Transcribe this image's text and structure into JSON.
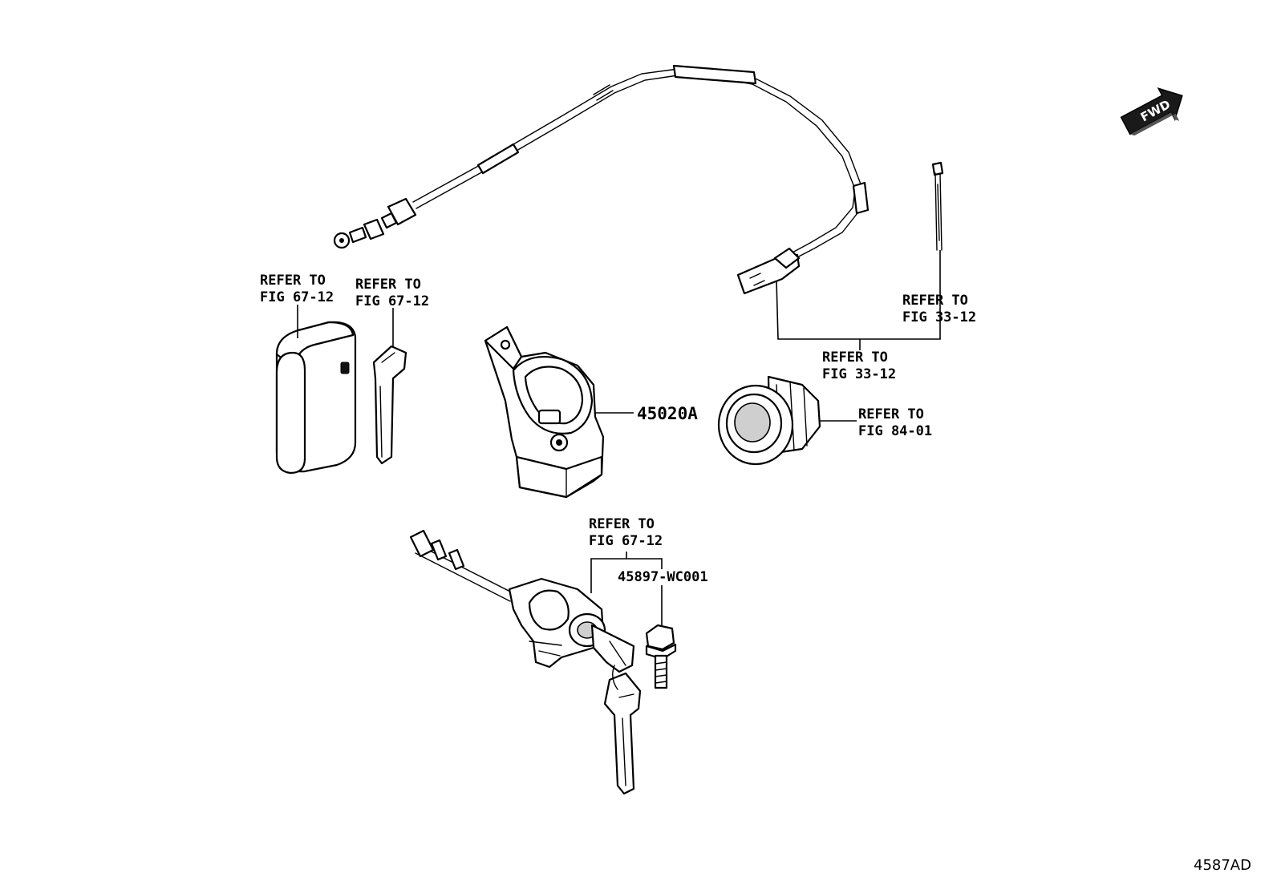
{
  "labels": {
    "refer_smart_key": {
      "line1": "REFER TO",
      "line2": "FIG 67-12"
    },
    "refer_key": {
      "line1": "REFER TO",
      "line2": "FIG 67-12"
    },
    "refer_lock_keys": {
      "line1": "REFER TO",
      "line2": "FIG 67-12"
    },
    "refer_connector_a": {
      "line1": "REFER TO",
      "line2": "FIG 33-12"
    },
    "refer_connector_b": {
      "line1": "REFER TO",
      "line2": "FIG 33-12"
    },
    "refer_switch": {
      "line1": "REFER TO",
      "line2": "FIG 84-01"
    }
  },
  "parts": {
    "steering_lock": "45020A",
    "bolt": "45897-WC001"
  },
  "fwd_arrow": "FWD",
  "diagram_id": "4587AD"
}
